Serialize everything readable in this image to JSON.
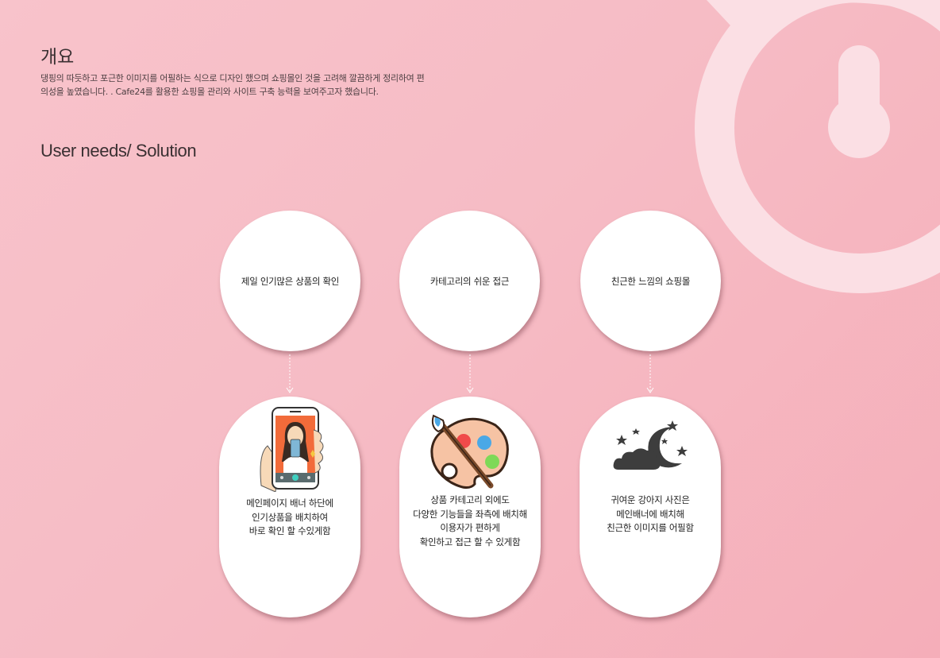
{
  "overview": {
    "title": "개요",
    "description_line1": "댕핑의 따듯하고 포근한 이미지를 어필하는 식으로 디자인 했으며 쇼핑몰인 것을 고려해 깔끔하게 정리하여 편",
    "description_line2": "의성을 높였습니다. . Cafe24를 활용한 쇼핑몰 관리와 사이트 구축 능력을 보여주고자 했습니다."
  },
  "needs_title": "User needs/ Solution",
  "needs": [
    {
      "label": "제일 인기많은 상품의 확인"
    },
    {
      "label": "카테고리의 쉬운 접근"
    },
    {
      "label": "친근한 느낌의 쇼핑몰"
    }
  ],
  "solutions": [
    {
      "icon": "phone-selfie-icon",
      "lines": [
        "메인페이지 배너 하단에",
        "인기상품을 배치하여",
        "바로 확인 할 수있게함"
      ]
    },
    {
      "icon": "paint-palette-icon",
      "lines": [
        "상품 카테고리 외에도",
        "다양한 기능들을 좌측에 배치해",
        "이용자가 편하게",
        "확인하고 접근 할 수 있게함"
      ]
    },
    {
      "icon": "moon-stars-cloud-icon",
      "lines": [
        "귀여운 강아지 사진은",
        "메인배너에 배치해",
        "친근한 이미지를 어필함"
      ]
    }
  ],
  "colors": {
    "background": "#f7bcc5",
    "card": "#ffffff",
    "text": "#222222",
    "decoration": "#fbe3e7"
  }
}
